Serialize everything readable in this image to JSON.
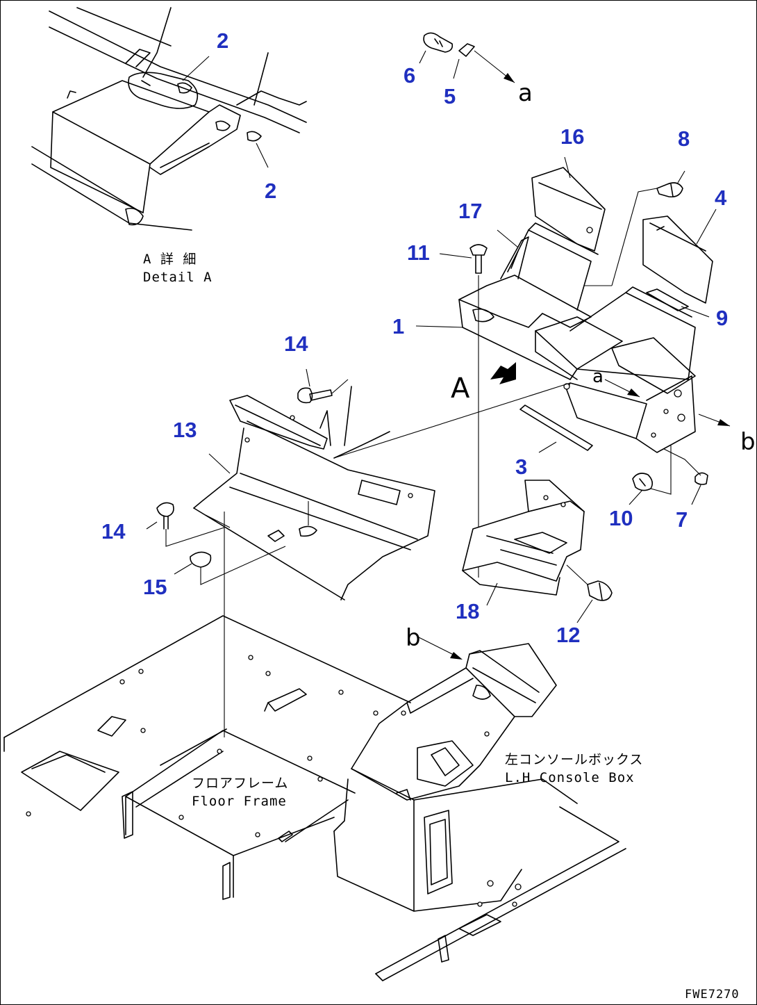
{
  "diagram": {
    "figure_code": "FWE7270",
    "detail_label_jp": "A 詳 細",
    "detail_label_en": "Detail A",
    "floor_frame_jp": "フロアフレーム",
    "floor_frame_en": "Floor Frame",
    "console_box_jp": "左コンソールボックス",
    "console_box_en": "L.H Console Box",
    "view_letters": {
      "a_top": "a",
      "a_inner": "a",
      "b_right": "b",
      "b_lower": "b",
      "A_view": "A"
    },
    "callout_color": "#1f2fbf",
    "callouts": {
      "c2_top": "2",
      "c2_bottom": "2",
      "c6": "6",
      "c5": "5",
      "c16": "16",
      "c8": "8",
      "c4": "4",
      "c17": "17",
      "c11": "11",
      "c9": "9",
      "c1": "1",
      "c14_top": "14",
      "c13": "13",
      "c3": "3",
      "c14_left": "14",
      "c10": "10",
      "c7": "7",
      "c15": "15",
      "c18": "18",
      "c12": "12"
    }
  }
}
